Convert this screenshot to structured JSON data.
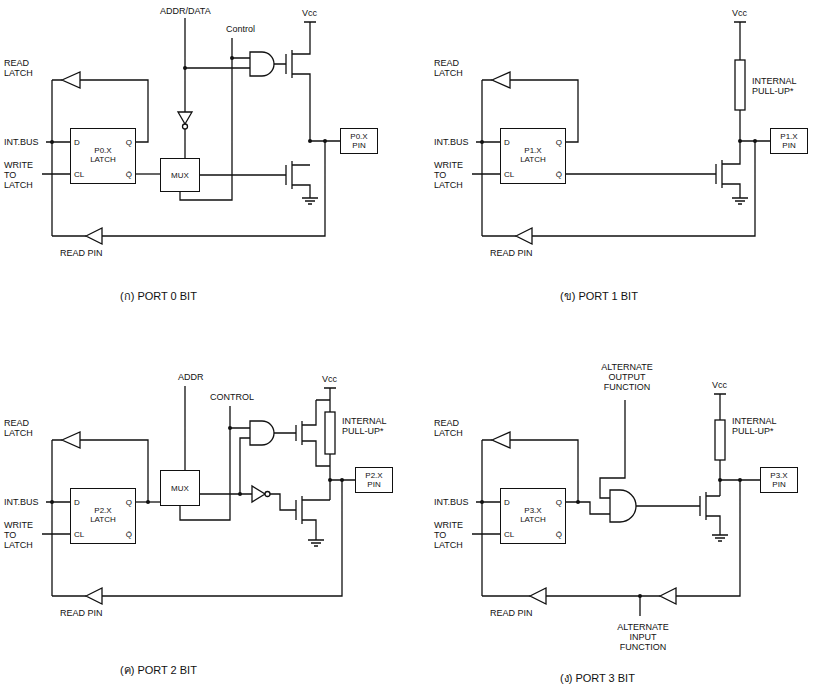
{
  "diagram": {
    "nodes": [
      {
        "text": [
          "P0.X LATCH",
          "D",
          "Q",
          "CL",
          "Q̄"
        ]
      },
      {
        "text": [
          "MUX"
        ]
      },
      {
        "text": [
          "P0.X PIN"
        ]
      },
      {
        "text": [
          "P1.X LATCH",
          "D",
          "Q",
          "CL",
          "Q̄"
        ]
      },
      {
        "text": [
          "P1.X PIN"
        ]
      },
      {
        "text": [
          "P2.X LATCH",
          "D",
          "Q",
          "CL",
          "Q̄"
        ]
      },
      {
        "text": [
          "MUX"
        ]
      },
      {
        "text": [
          "P2.X PIN"
        ]
      },
      {
        "text": [
          "P3.X LATCH",
          "D",
          "Q",
          "CL",
          "Q̄"
        ]
      },
      {
        "text": [
          "P3.X PIN"
        ]
      }
    ],
    "edges": [
      {
        "from": 0,
        "to": 1,
        "arrow": "none"
      },
      {
        "from": 5,
        "to": 6,
        "arrow": "none"
      }
    ],
    "labels": [
      "ADDR/DATA",
      "Control",
      "Vcc",
      "READ LATCH",
      "INT.BUS",
      "WRITE TO LATCH",
      "READ PIN",
      "(ก) PORT 0 BIT",
      "READ LATCH",
      "Vcc",
      "INTERNAL PULL-UP*",
      "INT.BUS",
      "WRITE TO LATCH",
      "READ PIN",
      "(ข) PORT 1 BIT",
      "ADDR",
      "Vcc",
      "CONTROL",
      "READ LATCH",
      "INTERNAL PULL-UP*",
      "INT.BUS",
      "WRITE TO LATCH",
      "READ PIN",
      "(ค) PORT 2 BIT",
      "ALTERNATE OUTPUT FUNCTION",
      "Vcc",
      "READ LATCH",
      "INTERNAL PULL-UP*",
      "INT.BUS",
      "WRITE TO LATCH",
      "READ PIN",
      "ALTERNATE INPUT FUNCTION",
      "(ง) PORT 3 BIT"
    ]
  }
}
